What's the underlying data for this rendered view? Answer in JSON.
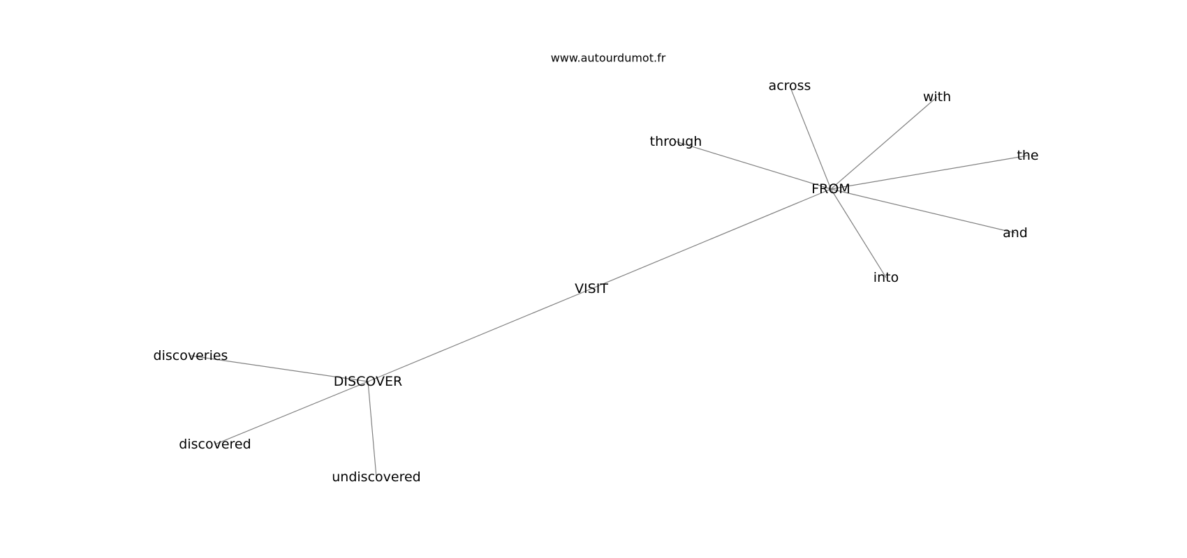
{
  "watermark": "www.autourdumot.fr",
  "nodes": [
    {
      "id": "visit",
      "label": "VISIT"
    },
    {
      "id": "from",
      "label": "FROM"
    },
    {
      "id": "discover",
      "label": "DISCOVER"
    },
    {
      "id": "across",
      "label": "across"
    },
    {
      "id": "with",
      "label": "with"
    },
    {
      "id": "through",
      "label": "through"
    },
    {
      "id": "the",
      "label": "the"
    },
    {
      "id": "and",
      "label": "and"
    },
    {
      "id": "into",
      "label": "into"
    },
    {
      "id": "discoveries",
      "label": "discoveries"
    },
    {
      "id": "discovered",
      "label": "discovered"
    },
    {
      "id": "undiscovered",
      "label": "undiscovered"
    }
  ],
  "edges": [
    [
      "visit",
      "from"
    ],
    [
      "visit",
      "discover"
    ],
    [
      "from",
      "across"
    ],
    [
      "from",
      "with"
    ],
    [
      "from",
      "through"
    ],
    [
      "from",
      "the"
    ],
    [
      "from",
      "and"
    ],
    [
      "from",
      "into"
    ],
    [
      "discover",
      "discoveries"
    ],
    [
      "discover",
      "discovered"
    ],
    [
      "discover",
      "undiscovered"
    ]
  ]
}
